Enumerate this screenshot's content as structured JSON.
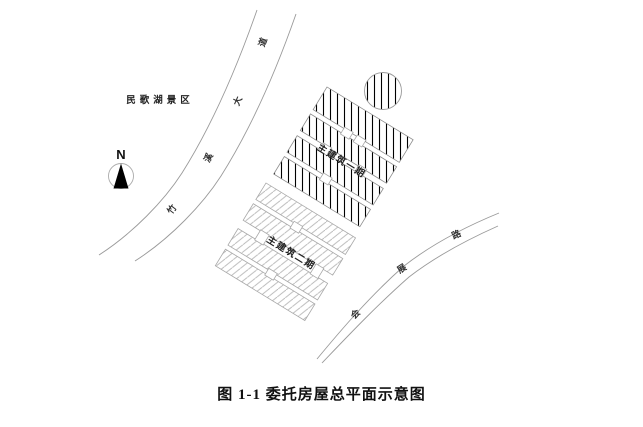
{
  "figure": {
    "caption": "图 1-1 委托房屋总平面示意图"
  },
  "plan": {
    "north_label": "N",
    "scenic_area_label": "民歌湖景区",
    "roads": [
      {
        "name": "竹溪大道"
      },
      {
        "name": "会展路"
      }
    ],
    "buildings": [
      {
        "label": "主建筑一期",
        "hatch": "vertical-black"
      },
      {
        "label": "主建筑二期",
        "hatch": "diagonal-gray"
      }
    ],
    "colors": {
      "road_line": "#9a9a9a",
      "phase1_hatch": "#000000",
      "phase2_hatch": "#b5b5b5",
      "outline_gray": "#a8a8a8",
      "text": "#222222"
    }
  }
}
